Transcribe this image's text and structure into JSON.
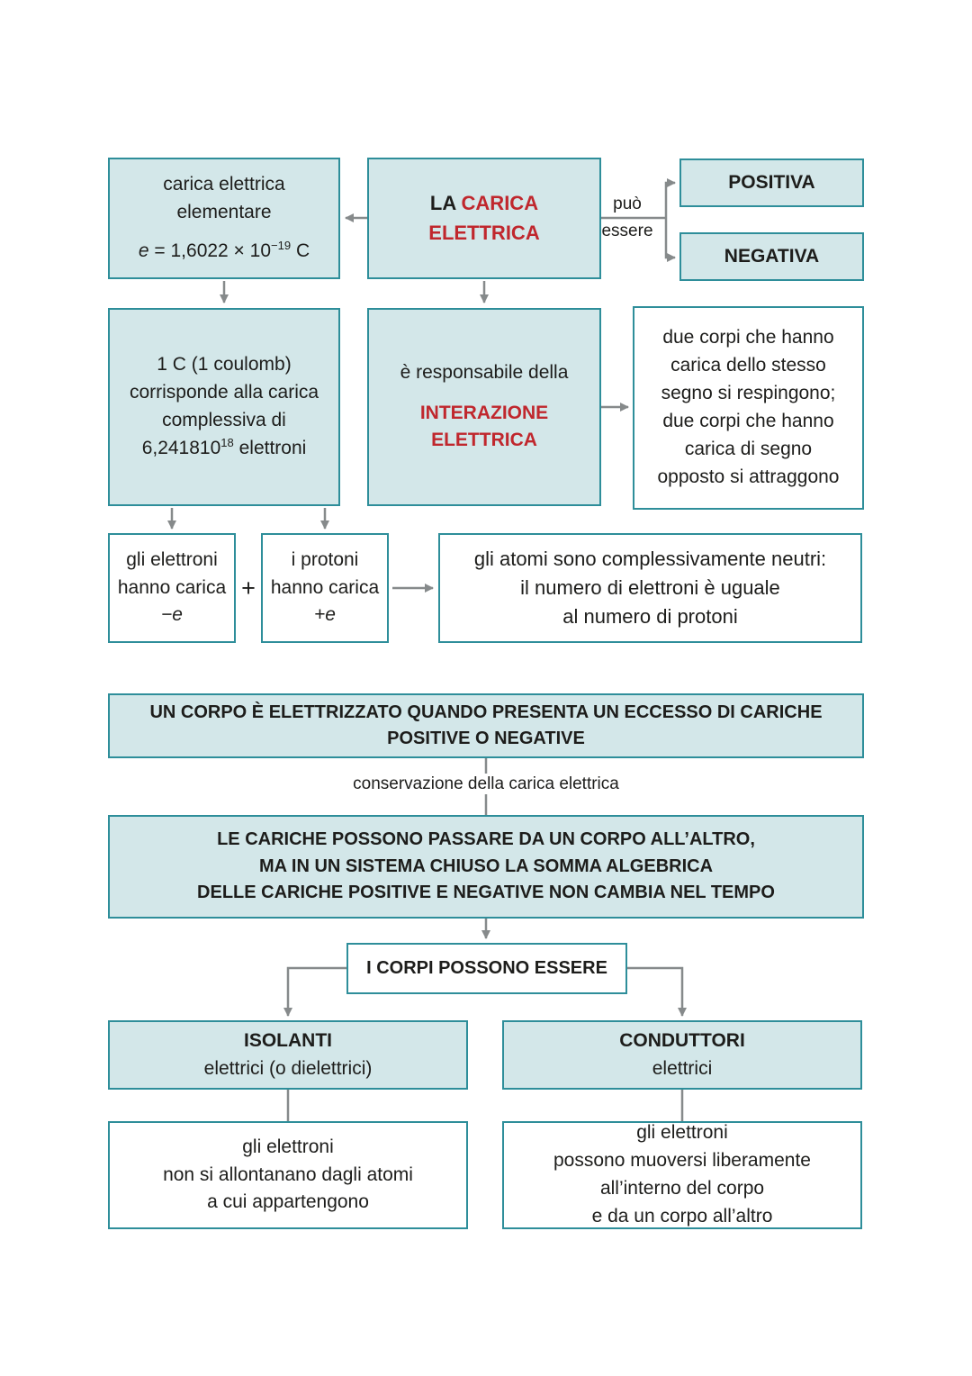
{
  "colors": {
    "teal_fill": "#d3e7e9",
    "teal_border": "#2e8e9a",
    "red": "#c0272d",
    "text": "#1d1d1b",
    "arrow": "#868a8b"
  },
  "nodes": {
    "elementare": {
      "text": "carica elettrica\nelementare",
      "formula_var": "e",
      "formula_eq": " = 1,6022 × 10",
      "formula_exp": "−19",
      "formula_unit": " C"
    },
    "carica": {
      "prefix": "LA ",
      "line1_red": "CARICA",
      "line2_red": "ELETTRICA"
    },
    "puo_essere": "può\nessere",
    "positiva": "POSITIVA",
    "negativa": "NEGATIVA",
    "coulomb": {
      "text": "1 C (1 coulomb)\ncorrisponde alla carica\ncomplessiva di",
      "base": "6,241810",
      "exp": "18",
      "suffix": " elettroni"
    },
    "interazione": {
      "intro": "è responsabile della",
      "red": "INTERAZIONE\nELETTRICA"
    },
    "corpi_segno": "due corpi che hanno\ncarica dello stesso\nsegno si respingono;\ndue corpi che hanno\ncarica di segno\nopposto si attraggono",
    "elettroni_carica": {
      "text": "gli elettroni\nhanno carica",
      "charge": "−e"
    },
    "plus": "+",
    "protoni_carica": {
      "text": "i protoni\nhanno carica",
      "charge": "+e"
    },
    "atomi_neutri": "gli atomi sono complessivamente neutri:\nil numero di elettroni è uguale\nal numero di protoni",
    "corpo_elettrizzato": "UN CORPO È ELETTRIZZATO QUANDO PRESENTA UN ECCESSO DI CARICHE\nPOSITIVE O NEGATIVE",
    "conservazione": "conservazione della carica elettrica",
    "cariche_passano": "LE CARICHE POSSONO PASSARE DA UN CORPO ALL’ALTRO,\nMA IN UN SISTEMA CHIUSO LA SOMMA ALGEBRICA\nDELLE CARICHE POSITIVE E NEGATIVE NON CAMBIA NEL TEMPO",
    "corpi_essere": "I CORPI POSSONO ESSERE",
    "isolanti": {
      "title": "ISOLANTI",
      "sub": "elettrici (o dielettrici)"
    },
    "conduttori": {
      "title": "CONDUTTORI",
      "sub": "elettrici"
    },
    "isolanti_desc": "gli elettroni\nnon si allontanano dagli atomi\na cui appartengono",
    "conduttori_desc": "gli elettroni\npossono muoversi liberamente\nall’interno del corpo\ne da un corpo all’altro"
  }
}
